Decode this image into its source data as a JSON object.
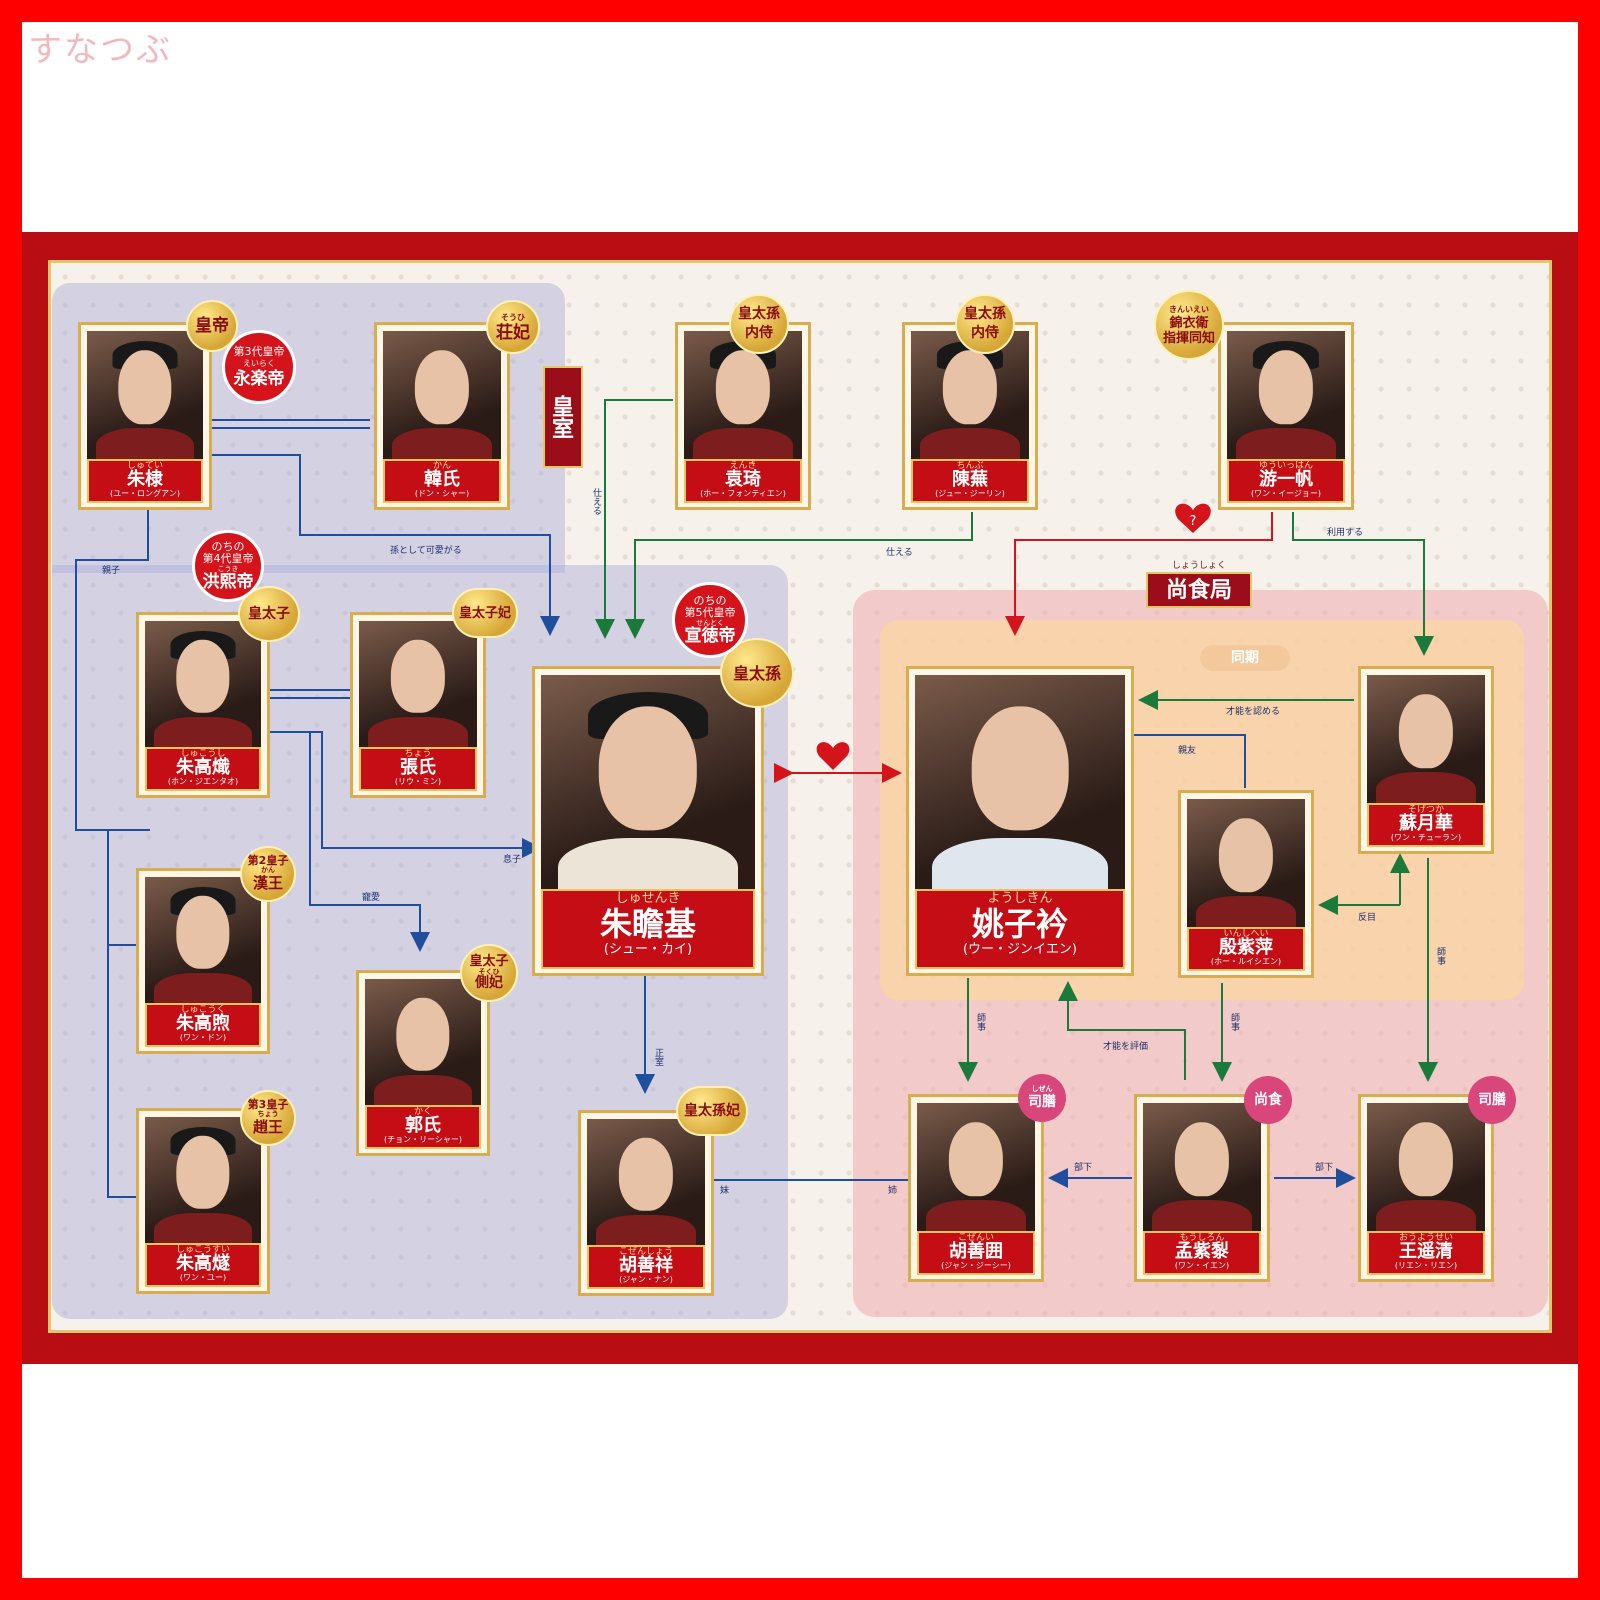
{
  "watermark": "すなつぶ",
  "sections": {
    "imperial": "皇室",
    "kitchen": "尚食局",
    "kitchen_ruby": "しょうしょく",
    "same_period": "同期"
  },
  "characters": {
    "zhudi": {
      "ruby": "しゅてい",
      "name": "朱棣",
      "actor": "(ユー・ロングアン)",
      "badge": "皇帝",
      "note_small": "第3代皇帝",
      "note_ruby": "えいらく",
      "note_large": "永楽帝"
    },
    "hanshi": {
      "ruby": "かん",
      "name": "韓氏",
      "actor": "(ドン・シャー)",
      "badge_ruby": "そうひ",
      "badge": "荘妃"
    },
    "yuanqi": {
      "ruby": "えんき",
      "name": "袁琦",
      "actor": "(ホー・フォンティエン)",
      "badge_top": "皇太孫",
      "badge_bottom": "内侍"
    },
    "chenwu": {
      "ruby": "ちんぶ",
      "name": "陳蕪",
      "actor": "(ジュー・ジーリン)",
      "badge_top": "皇太孫",
      "badge_bottom": "内侍"
    },
    "youyifan": {
      "ruby": "ゆういっはん",
      "name": "游一帆",
      "actor": "(ワン・イージョー)",
      "badge_ruby": "きんいえい",
      "badge_top": "錦衣衛",
      "badge_bottom": "指揮同知"
    },
    "zhugaochi": {
      "ruby": "しゅこうし",
      "name": "朱高熾",
      "actor": "(ホン・ジエンタオ)",
      "badge": "皇太子",
      "note_small": "のちの\n第4代皇帝",
      "note_ruby": "こうき",
      "note_large": "洪熙帝"
    },
    "zhangshi": {
      "ruby": "ちょう",
      "name": "張氏",
      "actor": "(リウ・ミン)",
      "badge": "皇太子妃"
    },
    "zhugaoxu": {
      "ruby": "しゅこうく",
      "name": "朱高煦",
      "actor": "(ワン・ドン)",
      "badge_top": "第2皇子",
      "badge_ruby": "かん",
      "badge_bottom": "漢王"
    },
    "guoshi": {
      "ruby": "かく",
      "name": "郭氏",
      "actor": "(チョン・リーシャー)",
      "badge_top": "皇太子",
      "badge_ruby": "そくひ",
      "badge_bottom": "側妃"
    },
    "zhugaosui": {
      "ruby": "しゅこうすい",
      "name": "朱高燧",
      "actor": "(ワン・ユー)",
      "badge_top": "第3皇子",
      "badge_ruby": "ちょう",
      "badge_bottom": "趙王"
    },
    "zhuzhanji": {
      "ruby": "しゅせんき",
      "name": "朱瞻基",
      "actor": "(シュー・カイ)",
      "badge": "皇太孫",
      "note_small": "のちの\n第5代皇帝",
      "note_ruby": "せんとく",
      "note_large": "宣徳帝"
    },
    "hushanxiang": {
      "ruby": "こぜんしょう",
      "name": "胡善祥",
      "actor": "(ジャン・ナン)",
      "badge": "皇太孫妃"
    },
    "yaoziling": {
      "ruby": "ようしきん",
      "name": "姚子衿",
      "actor": "(ウー・ジンイエン)"
    },
    "yinziping": {
      "ruby": "いんしへい",
      "name": "殷紫萍",
      "actor": "(ホー・ルイシエン)"
    },
    "suyuehua": {
      "ruby": "そげつか",
      "name": "蘇月華",
      "actor": "(ワン・チューラン)"
    },
    "hushanwei": {
      "ruby": "こぜんい",
      "name": "胡善囲",
      "actor": "(ジャン・ジーシー)",
      "badge_ruby": "しぜん",
      "badge": "司膳"
    },
    "mengziyao": {
      "ruby": "もうしろん",
      "name": "孟紫㴝",
      "actor": "(ワン・イエン)",
      "badge": "尚食"
    },
    "wangyaoqing": {
      "ruby": "おうようせい",
      "name": "王遥清",
      "actor": "(リエン・リエン)",
      "badge": "司膳"
    }
  },
  "relations": {
    "oyako": "親子",
    "mago": "孫として可愛がる",
    "tsukaeru1": "仕える",
    "tsukaeru2": "仕える",
    "riyou": "利用する",
    "musuko": "息子",
    "chouai": "寵愛",
    "seishitsu": "正室",
    "imouto": "妹",
    "ane": "姉",
    "shinyu": "親友",
    "sainou_mitomeru": "才能を認める",
    "hanmoku": "反目",
    "shiji1": "師事",
    "shiji2": "師事",
    "shiji3": "師事",
    "sainou_hyouka": "才能を評価",
    "buka1": "部下",
    "buka2": "部下"
  },
  "colors": {
    "red": "#d4131b",
    "blue": "#1f4f9c",
    "green": "#1b7a3a",
    "gold": "#d8ad52"
  }
}
